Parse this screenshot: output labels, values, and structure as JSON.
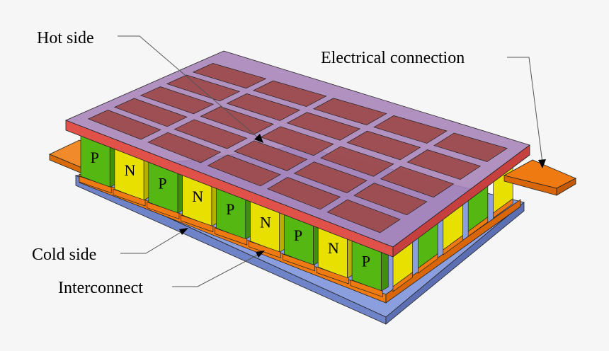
{
  "labels": {
    "hot_side": "Hot side",
    "electrical_connection": "Electrical connection",
    "cold_side": "Cold side",
    "interconnect": "Interconnect"
  },
  "front_legs": [
    "P",
    "N",
    "P",
    "N",
    "P",
    "N",
    "P",
    "N",
    "P"
  ],
  "colors": {
    "hot_plate": "#9d6fae",
    "hot_side_tiles": "#9b4a4a",
    "cold_plate": "#7f93d6",
    "interconnect": "#f07a12",
    "p_leg": "#55b711",
    "n_leg": "#e8e000",
    "background": "#f6f6f6"
  }
}
